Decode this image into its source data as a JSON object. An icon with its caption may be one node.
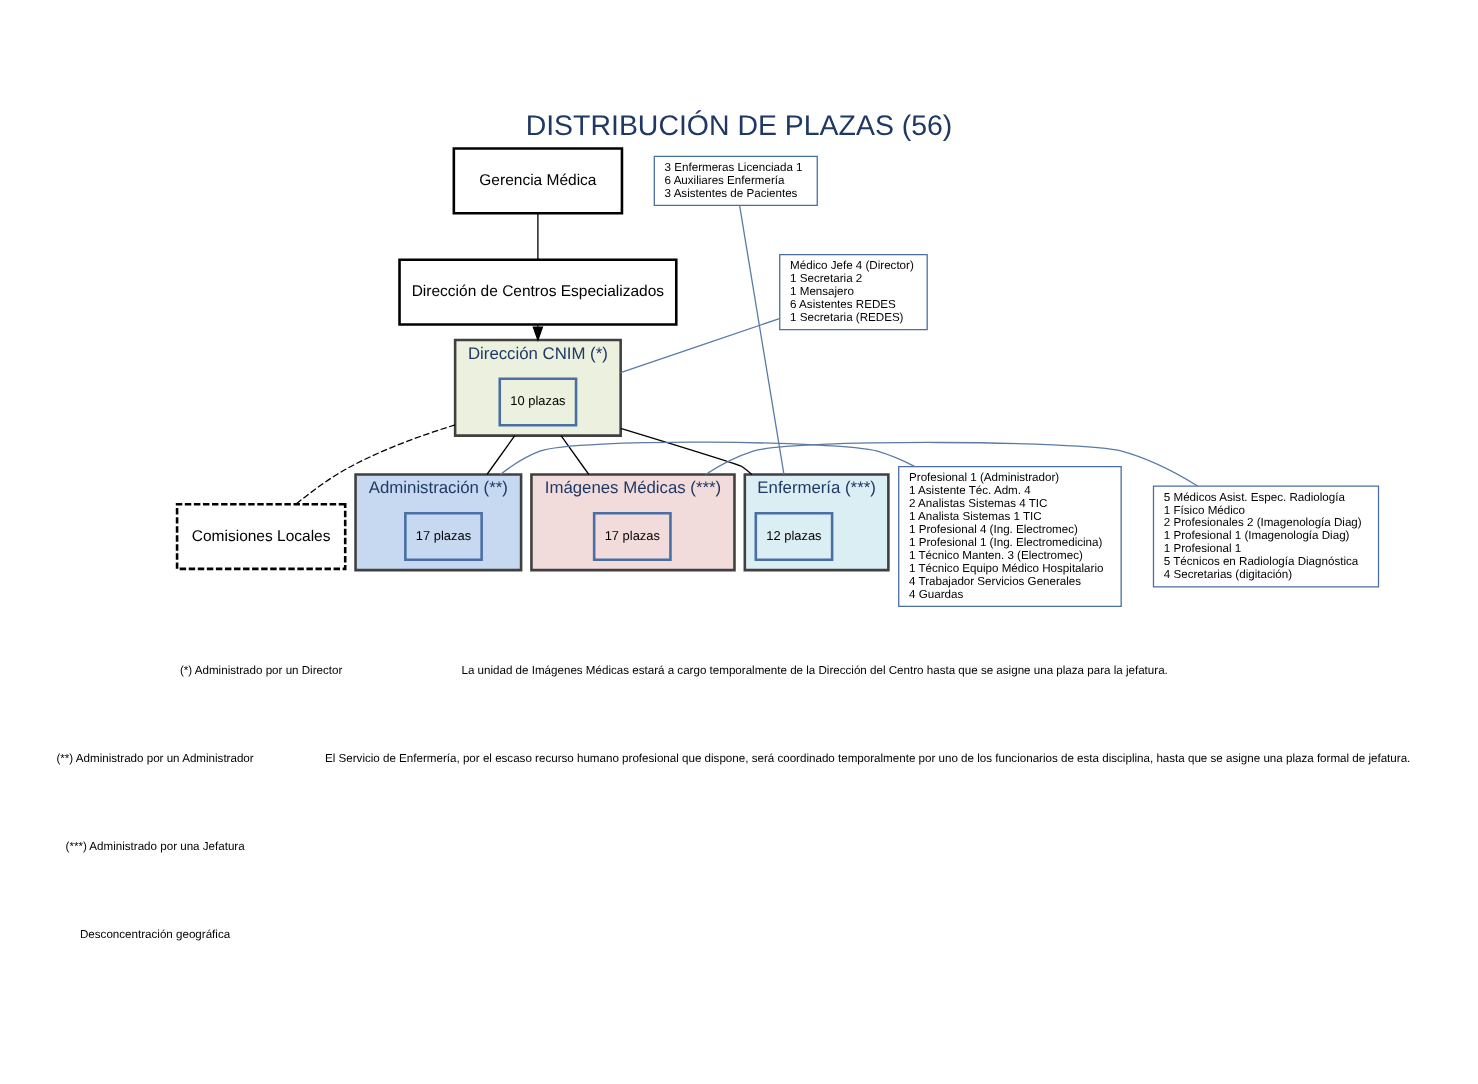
{
  "diagram": {
    "title": "DISTRIBUCIÓN DE PLAZAS (56)",
    "nodes": [
      {
        "text": [
          "Gerencia Médica"
        ]
      },
      {
        "text": [
          "Dirección de Centros Especializados"
        ]
      },
      {
        "text": [
          "Dirección CNIM (*)"
        ]
      },
      {
        "text": [
          "10 plazas"
        ],
        "in": 2
      },
      {
        "text": [
          "Comisiones Locales"
        ]
      },
      {
        "text": [
          "Administración (**)"
        ]
      },
      {
        "text": [
          "17 plazas"
        ],
        "in": 5
      },
      {
        "text": [
          "Imágenes Médicas (***)"
        ]
      },
      {
        "text": [
          "17 plazas"
        ],
        "in": 7
      },
      {
        "text": [
          "Enfermería (***)"
        ]
      },
      {
        "text": [
          "12 plazas"
        ],
        "in": 9
      },
      {
        "text": [
          "Médico Jefe 4 (Director)",
          "1 Secretaria 2",
          "1 Mensajero",
          "6 Asistentes REDES",
          "1 Secretaria (REDES)"
        ]
      },
      {
        "text": [
          "Profesional 1 (Administrador)",
          "1 Asistente Téc. Adm. 4",
          "2 Analistas Sistemas 4 TIC",
          "1 Analista Sistemas 1 TIC",
          "1 Profesional 4 (Ing. Electromec)",
          "1 Profesional 1 (Ing. Electromedicina)",
          "1 Técnico Manten. 3 (Electromec)",
          "1 Técnico Equipo Médico Hospitalario",
          "4 Trabajador Servicios Generales",
          "4 Guardas"
        ]
      },
      {
        "text": [
          "5 Médicos Asist. Espec. Radiología",
          "1 Físico Médico",
          "2 Profesionales 2 (Imagenología Diag)",
          "1 Profesional 1 (Imagenología Diag)",
          "1 Profesional 1",
          "5 Técnicos en Radiología Diagnóstica",
          "4 Secretarias (digitación)"
        ]
      },
      {
        "text": [
          "3 Enfermeras Licenciada 1",
          "6 Auxiliares Enfermería",
          "3 Asistentes de Pacientes"
        ]
      }
    ],
    "edges": [
      {
        "from": 0,
        "to": 1,
        "arrow": "none"
      },
      {
        "from": 1,
        "to": 2,
        "arrow": "to"
      },
      {
        "from": 2,
        "to": 4,
        "arrow": "none",
        "style": "dashed"
      },
      {
        "from": 2,
        "to": 5,
        "arrow": "none"
      },
      {
        "from": 2,
        "to": 7,
        "arrow": "none"
      },
      {
        "from": 2,
        "to": 9,
        "arrow": "none"
      },
      {
        "from": 11,
        "to": 2,
        "arrow": "none",
        "color": "#5b7ba6"
      },
      {
        "from": 12,
        "to": 5,
        "arrow": "none",
        "color": "#5b7ba6"
      },
      {
        "from": 13,
        "to": 7,
        "arrow": "none",
        "color": "#5b7ba6"
      },
      {
        "from": 14,
        "to": 9,
        "arrow": "none",
        "color": "#5b7ba6"
      }
    ],
    "labels": [
      "La unidad de Imágenes Médicas estará a cargo temporalmente de la Dirección del Centro hasta que se asigne una plaza para la jefatura.",
      "El Servicio de Enfermería, por el escaso recurso humano profesional que dispone, será coordinado temporalmente por uno de los funcionarios de esta disciplina, hasta que se asigne una plaza formal de jefatura."
    ],
    "legend": [
      {
        "text": "(*) Administrado por un Director"
      },
      {
        "text": "(**) Administrado por un Administrador"
      },
      {
        "text": "(***) Administrado por una Jefatura"
      },
      {
        "text": "Desconcentración geográfica"
      }
    ]
  }
}
